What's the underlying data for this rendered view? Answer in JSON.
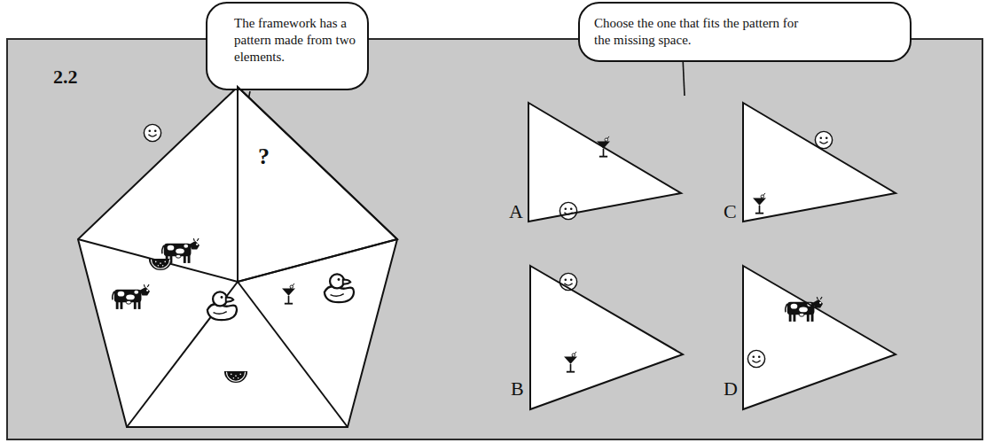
{
  "diagram": {
    "nodes": [
      {
        "text": [
          "The framework has a pattern made from two elements."
        ]
      },
      {
        "text": [
          "Choose the one that fits the pattern for the missing space."
        ]
      },
      {
        "text": [
          "?"
        ]
      },
      {
        "text": [
          "A"
        ]
      },
      {
        "text": [
          "C"
        ]
      },
      {
        "text": [
          "B"
        ]
      },
      {
        "text": [
          "D"
        ]
      }
    ],
    "labels": [
      "2.2"
    ]
  }
}
